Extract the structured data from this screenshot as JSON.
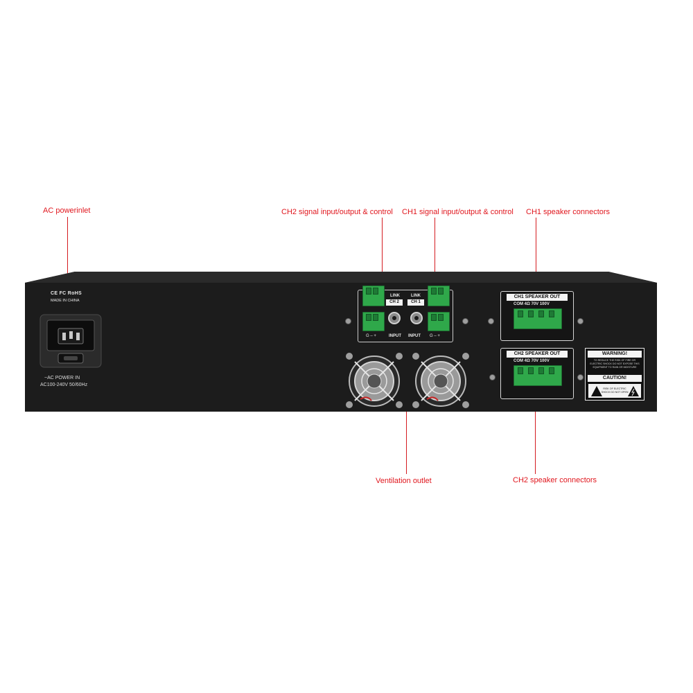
{
  "callouts": {
    "ac_power_inlet": "AC powerinlet",
    "ch2_signal": "CH2 signal input/output & control",
    "ch1_signal": "CH1 signal input/output & control",
    "ch1_speaker": "CH1 speaker connectors",
    "ventilation": "Ventilation outlet",
    "ch2_speaker": "CH2 speaker connectors"
  },
  "panel": {
    "cert_marks": "CE FC RoHS",
    "made_in": "MADE IN CHINA",
    "power_in": "~AC POWER IN",
    "power_rating": "AC100-240V 50/60Hz",
    "ch2_link": "LINK",
    "ch2_label": "CH 2",
    "ch1_link": "LINK",
    "ch1_label": "CH 1",
    "input_left": "INPUT",
    "input_right": "INPUT",
    "pins_left": "G  –  +",
    "pins_right": "G  –  +",
    "ch1_speaker_out": "CH1 SPEAKER OUT",
    "ch2_speaker_out": "CH2 SPEAKER OUT",
    "spk_terms_1": "COM  4Ω  70V  100V",
    "spk_terms_2": "COM  4Ω  70V  100V",
    "warning_title": "WARNING!",
    "warning_text": "TO REDUCE THE RISK OF FIRE OR ELECTRIC SHOCK DO NOT EXPOSE THIS EQUIPMENT TO RAIN OR MOISTURE",
    "caution_title": "CAUTION!",
    "caution_text": "RISK OF ELECTRIC SHOCK DO NOT OPEN"
  },
  "colors": {
    "callout_red": "#e0161d",
    "chassis": "#1c1c1c",
    "terminal_green": "#2fa84a"
  }
}
